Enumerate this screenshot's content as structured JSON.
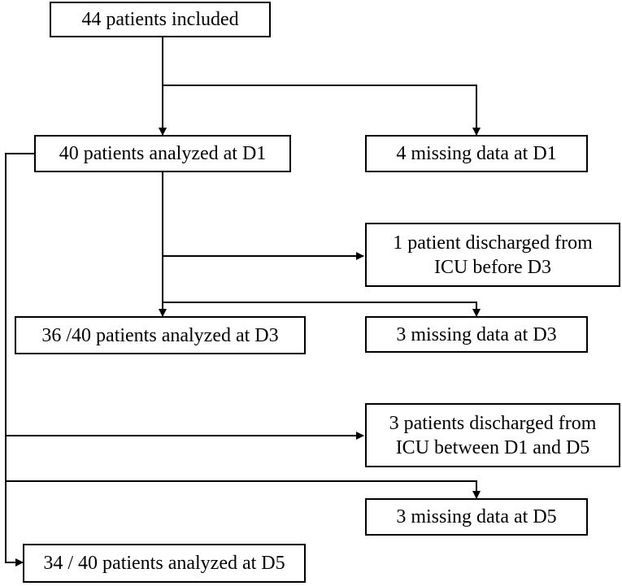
{
  "boxes": {
    "included": "44 patients included",
    "analyzed_d1": "40 patients analyzed at D1",
    "missing_d1": "4 missing data at D1",
    "discharged_d3": "1 patient discharged from\nICU before D3",
    "analyzed_d3": "36 /40 patients analyzed at D3",
    "missing_d3": "3 missing data at D3",
    "discharged_d5": "3 patients discharged from\nICU between D1 and D5",
    "missing_d5": "3 missing data at D5",
    "analyzed_d5": "34 / 40 patients analyzed at D5"
  }
}
